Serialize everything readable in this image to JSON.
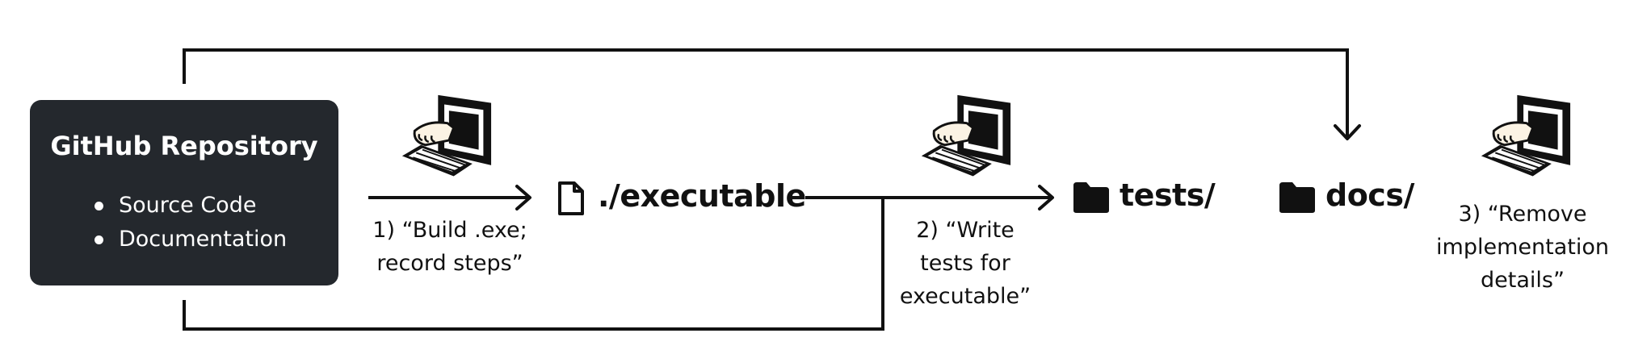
{
  "repository": {
    "title": "GitHub Repository",
    "items": [
      "Source Code",
      "Documentation"
    ]
  },
  "nodes": {
    "executable": "./executable",
    "tests": "tests/",
    "docs": "docs/"
  },
  "steps": [
    {
      "lines": [
        "1) “Build .exe;",
        "record steps”"
      ]
    },
    {
      "lines": [
        "2) “Write",
        "tests for",
        "executable”"
      ]
    },
    {
      "lines": [
        "3) “Remove",
        "implementation",
        "details”"
      ]
    }
  ],
  "icons": {
    "agent": "computer-user-icon",
    "file": "file-icon",
    "folder": "folder-icon",
    "arrow": "arrow-icon"
  },
  "colors": {
    "repo_bg": "#24282d",
    "line": "#111111",
    "agent_hand": "#fbf3e4"
  }
}
